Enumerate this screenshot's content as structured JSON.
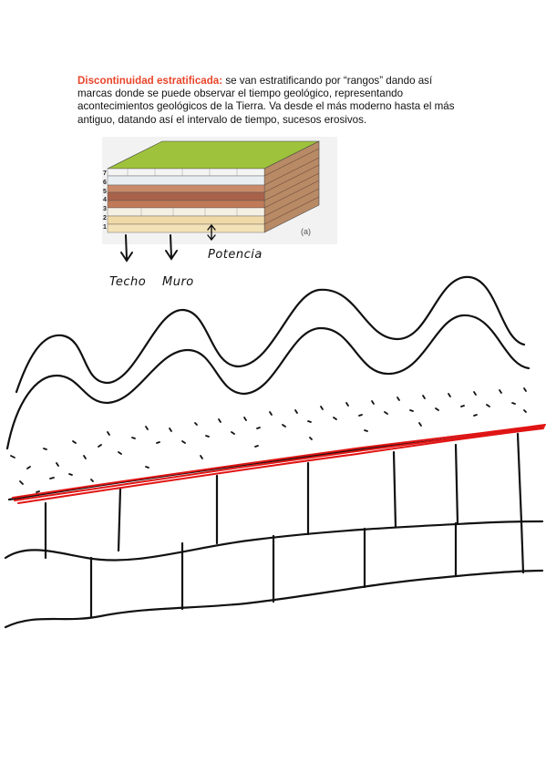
{
  "paragraph": {
    "term": "Discontinuidad estratificada:",
    "text": " se van estratificando por “rangos” dando así marcas donde se puede observar el tiempo geológico, representando acontecimientos geológicos de la Tierra. Va desde el más moderno hasta el más antiguo, datando así el intervalo de tiempo, sucesos erosivos."
  },
  "figure": {
    "layer_numbers": [
      "7",
      "6",
      "5",
      "4",
      "3",
      "2",
      "1"
    ],
    "caption": "(a)"
  },
  "annotations": {
    "potencia": "Potencia",
    "techo": "Techo",
    "muro": "Muro"
  }
}
